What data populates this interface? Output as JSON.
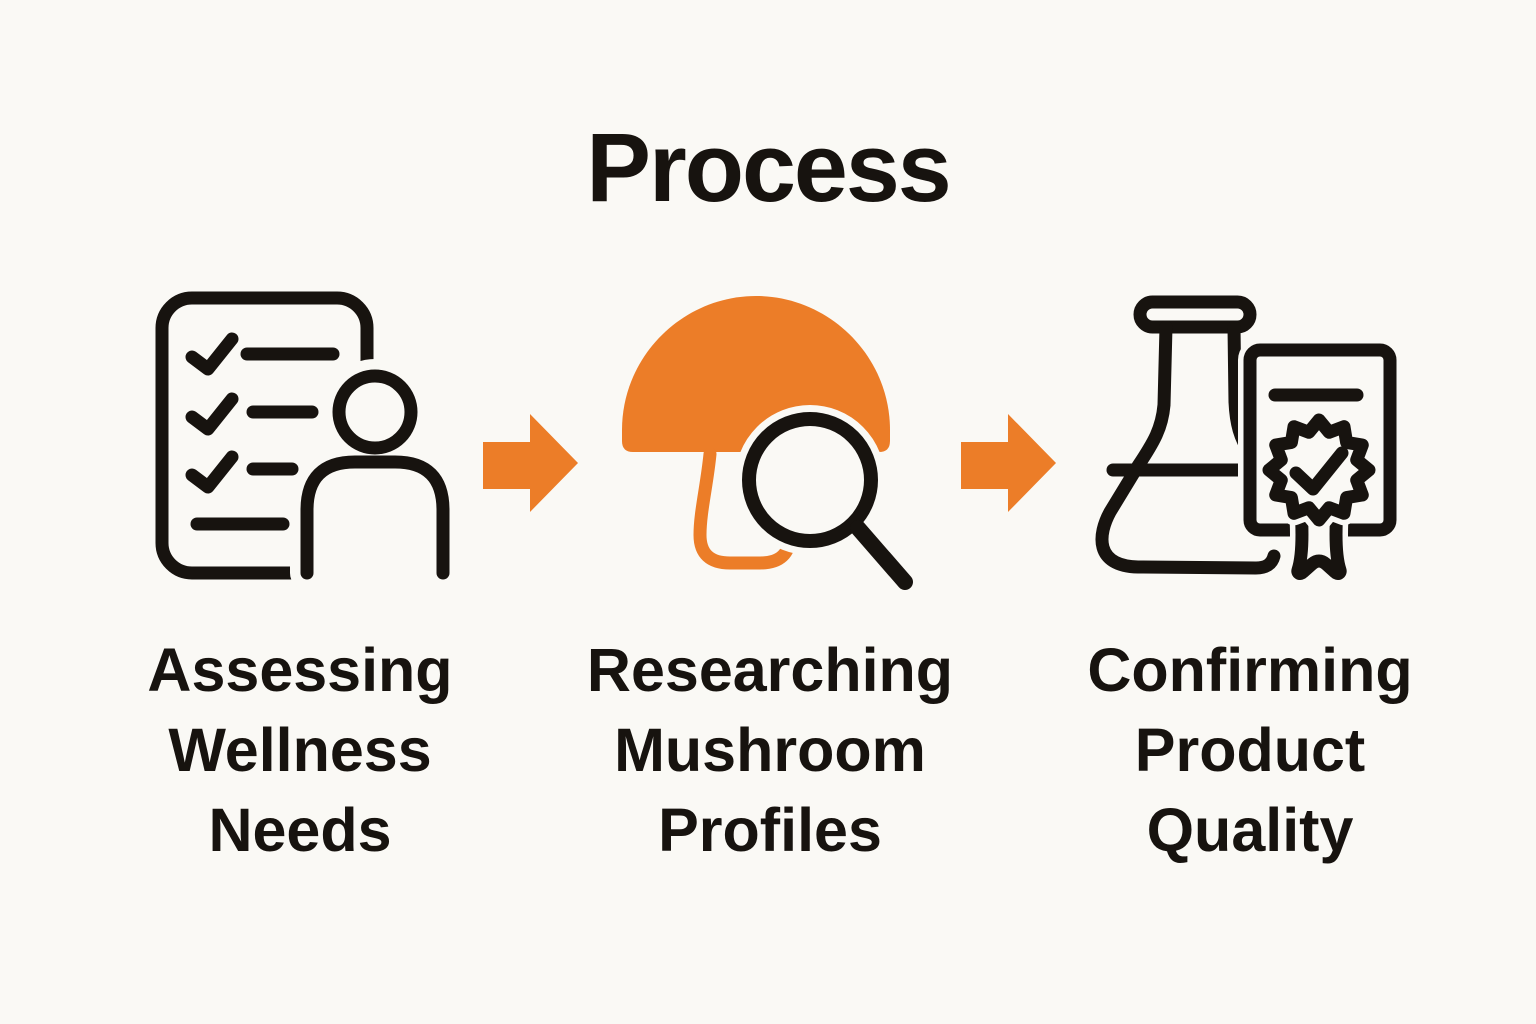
{
  "theme": {
    "background": "#FAF9F5",
    "ink": "#17130F",
    "accent": "#EC7D28"
  },
  "title": "Process",
  "steps": [
    {
      "name": "assessing-wellness-needs",
      "icon": "checklist-user-icon",
      "lines": [
        "Assessing",
        "Wellness",
        "Needs"
      ]
    },
    {
      "name": "researching-mushroom-profiles",
      "icon": "mushroom-magnifier-icon",
      "lines": [
        "Researching",
        "Mushroom",
        "Profiles"
      ]
    },
    {
      "name": "confirming-product-quality",
      "icon": "flask-certificate-icon",
      "lines": [
        "Confirming",
        "Product",
        "Quality"
      ]
    }
  ],
  "connectors": [
    {
      "icon": "arrow-right-icon"
    },
    {
      "icon": "arrow-right-icon"
    }
  ]
}
